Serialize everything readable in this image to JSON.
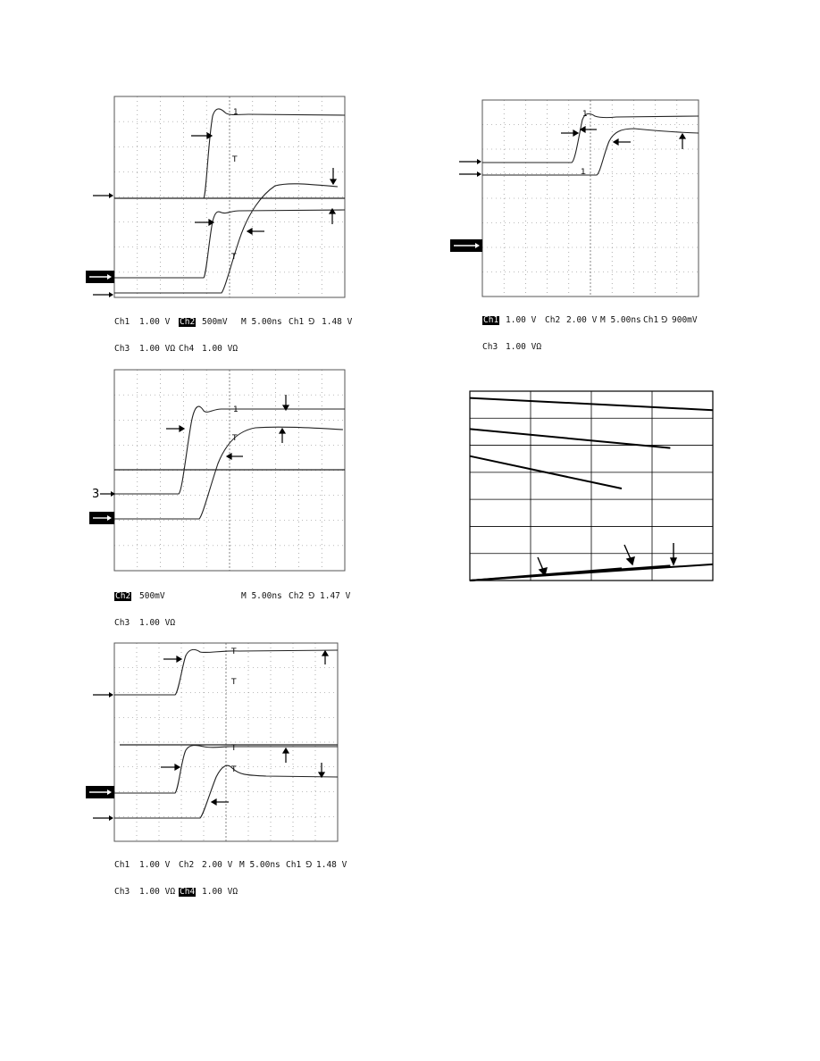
{
  "scopes": [
    {
      "id": "scope1",
      "status": {
        "ch1": "Ch1",
        "ch1_scale": "1.00 V",
        "ch2": "Ch2",
        "ch2_scale": "500mV",
        "timebase": "M 5.00ns",
        "trig_ch": "Ch1",
        "trig_sym": "⅁",
        "trig_level": "1.48 V",
        "ch3": "Ch3",
        "ch3_scale": "1.00 VΩ",
        "ch4": "Ch4",
        "ch4_scale": "1.00 VΩ"
      },
      "marker_labels": [
        "1",
        "T",
        "T"
      ]
    },
    {
      "id": "scope2",
      "status": {
        "ch1": "Ch1",
        "ch1_scale": "1.00 V",
        "ch2": "Ch2",
        "ch2_scale": "2.00 V",
        "timebase": "M 5.00ns",
        "trig_ch": "Ch1",
        "trig_sym": "⅁",
        "trig_level": "900mV",
        "ch3": "Ch3",
        "ch3_scale": "1.00 VΩ"
      },
      "marker_labels": [
        "1",
        "1"
      ]
    },
    {
      "id": "scope3",
      "status": {
        "ch2": "Ch2",
        "ch2_scale": "500mV",
        "timebase": "M 5.00ns",
        "trig_ch": "Ch2",
        "trig_sym": "⅁",
        "trig_level": "1.47 V",
        "ch3": "Ch3",
        "ch3_scale": "1.00 VΩ"
      },
      "marker_labels": [
        "1",
        "T"
      ],
      "channel_label": "3"
    },
    {
      "id": "scope4",
      "status": {
        "ch1": "Ch1",
        "ch1_scale": "1.00 V",
        "ch2": "Ch2",
        "ch2_scale": "2.00 V",
        "timebase": "M 5.00ns",
        "trig_ch": "Ch1",
        "trig_sym": "⅁",
        "trig_level": "1.48 V",
        "ch3": "Ch3",
        "ch3_scale": "1.00 VΩ",
        "ch4": "Ch4",
        "ch4_scale": "1.00 VΩ"
      },
      "marker_labels": [
        "T",
        "T",
        "T",
        "T"
      ]
    }
  ],
  "chart_data": [
    {
      "type": "line",
      "title": "",
      "xlabel": "",
      "ylabel": "",
      "grid": true,
      "xlim": [
        0,
        4
      ],
      "ylim": [
        0,
        7
      ],
      "series": [
        {
          "x": [
            0,
            4
          ],
          "y": [
            6.75,
            6.3
          ]
        },
        {
          "x": [
            0,
            3.3
          ],
          "y": [
            5.6,
            4.9
          ]
        },
        {
          "x": [
            0,
            2.5
          ],
          "y": [
            4.6,
            3.4
          ]
        },
        {
          "x": [
            0,
            4
          ],
          "y": [
            0.0,
            0.6
          ]
        },
        {
          "x": [
            0,
            3.3
          ],
          "y": [
            0.0,
            0.55
          ]
        },
        {
          "x": [
            0,
            2.5
          ],
          "y": [
            0.0,
            0.45
          ]
        }
      ]
    }
  ],
  "colors": {
    "trace": "#222222",
    "grid": "#7a7a7a",
    "frame": "#000000"
  }
}
